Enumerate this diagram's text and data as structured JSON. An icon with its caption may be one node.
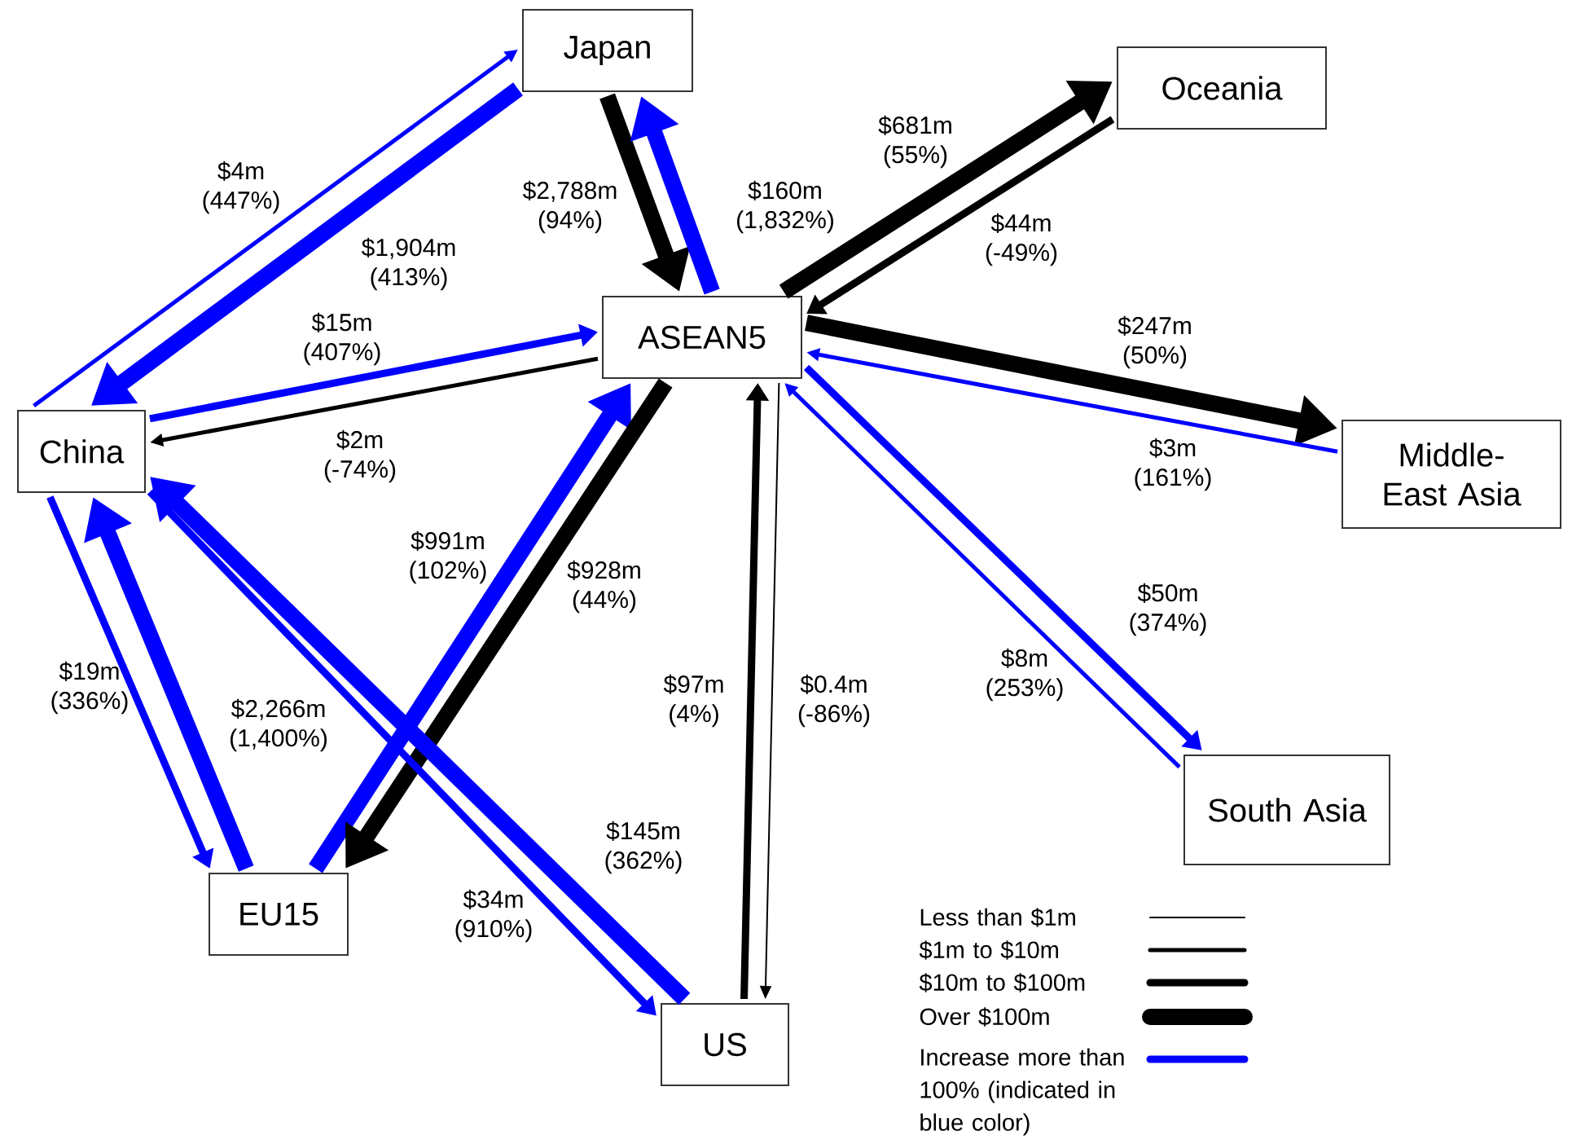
{
  "diagram": {
    "nodes": [
      {
        "text": [
          "Japan"
        ]
      },
      {
        "text": [
          "Oceania"
        ]
      },
      {
        "text": [
          "ASEAN5"
        ]
      },
      {
        "text": [
          "China"
        ]
      },
      {
        "text": [
          "Middle-East Asia"
        ]
      },
      {
        "text": [
          "EU15"
        ]
      },
      {
        "text": [
          "South Asia"
        ]
      },
      {
        "text": [
          "US"
        ]
      }
    ],
    "edges": [
      {
        "from": 3,
        "to": 0,
        "arrow": "to",
        "label": "$4m (447%)"
      },
      {
        "from": 0,
        "to": 3,
        "arrow": "to",
        "label": "$1,904m (413%)",
        "style": "thick"
      },
      {
        "from": 0,
        "to": 2,
        "arrow": "to",
        "label": "$2,788m (94%)",
        "style": "thick",
        "color": "#000000"
      },
      {
        "from": 2,
        "to": 0,
        "arrow": "to",
        "label": "$160m (1,832%)",
        "style": "thick"
      },
      {
        "from": 2,
        "to": 1,
        "arrow": "to",
        "label": "$681m (55%)",
        "style": "thick",
        "color": "#000000"
      },
      {
        "from": 1,
        "to": 2,
        "arrow": "to",
        "label": "$44m (-49%)",
        "color": "#000000"
      },
      {
        "from": 3,
        "to": 2,
        "arrow": "to",
        "label": "$15m (407%)"
      },
      {
        "from": 2,
        "to": 3,
        "arrow": "to",
        "label": "$2m (-74%)",
        "color": "#000000"
      },
      {
        "from": 2,
        "to": 4,
        "arrow": "to",
        "label": "$247m (50%)",
        "style": "thick",
        "color": "#000000"
      },
      {
        "from": 4,
        "to": 2,
        "arrow": "to",
        "label": "$3m (161%)"
      },
      {
        "from": 2,
        "to": 6,
        "arrow": "to",
        "label": "$50m (374%)"
      },
      {
        "from": 6,
        "to": 2,
        "arrow": "to",
        "label": "$8m (253%)"
      },
      {
        "from": 5,
        "to": 2,
        "arrow": "to",
        "label": "$991m (102%)",
        "style": "thick"
      },
      {
        "from": 2,
        "to": 5,
        "arrow": "to",
        "label": "$928m (44%)",
        "style": "thick",
        "color": "#000000"
      },
      {
        "from": 7,
        "to": 2,
        "arrow": "to",
        "label": "$97m (4%)",
        "color": "#000000"
      },
      {
        "from": 2,
        "to": 7,
        "arrow": "to",
        "label": "$0.4m (-86%)",
        "color": "#000000"
      },
      {
        "from": 3,
        "to": 5,
        "arrow": "to",
        "label": "$19m (336%)"
      },
      {
        "from": 5,
        "to": 3,
        "arrow": "to",
        "label": "$2,266m (1,400%)",
        "style": "thick"
      },
      {
        "from": 3,
        "to": 7,
        "arrow": "to",
        "label": "$34m (910%)"
      },
      {
        "from": 7,
        "to": 3,
        "arrow": "to",
        "label": "$145m (362%)",
        "style": "thick"
      }
    ],
    "legend": [
      {
        "text": "Less than $1m"
      },
      {
        "text": "$1m to $10m"
      },
      {
        "text": "$10m to $100m"
      },
      {
        "text": "Over $100m"
      },
      {
        "text": "Increase more than 100% (indicated in blue color)"
      }
    ]
  }
}
